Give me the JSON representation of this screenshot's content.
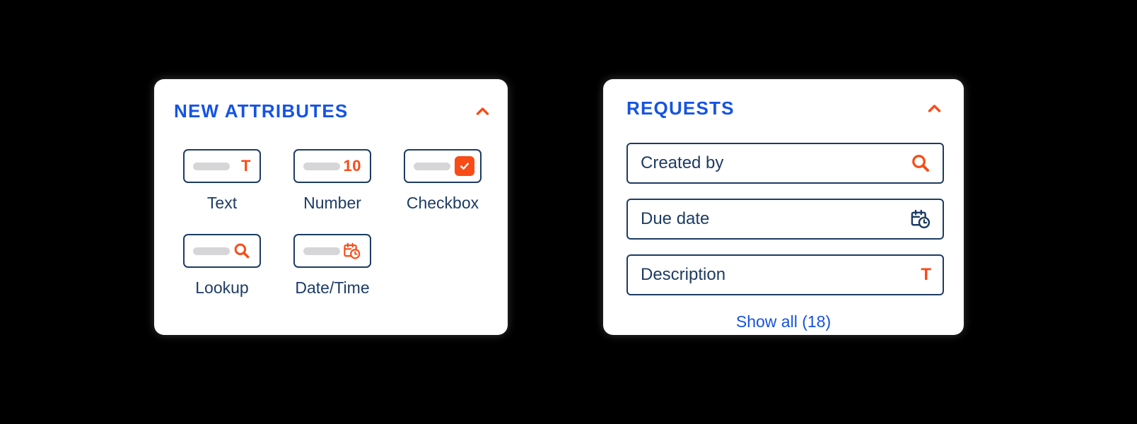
{
  "colors": {
    "background": "#000000",
    "card_background": "#ffffff",
    "title_blue": "#1553e3",
    "accent_orange": "#f94b17",
    "navy": "#1d3c63",
    "pill_gray": "#d6d6d9"
  },
  "attributes_panel": {
    "title": "NEW ATTRIBUTES",
    "collapse_icon": "chevron-up-icon",
    "tiles": [
      {
        "label": "Text",
        "icon": "text-icon",
        "glyph": "T"
      },
      {
        "label": "Number",
        "icon": "number-icon",
        "glyph": "10"
      },
      {
        "label": "Checkbox",
        "icon": "checkbox-icon"
      },
      {
        "label": "Lookup",
        "icon": "search-icon"
      },
      {
        "label": "Date/Time",
        "icon": "calendar-clock-icon"
      }
    ]
  },
  "requests_panel": {
    "title": "REQUESTS",
    "collapse_icon": "chevron-up-icon",
    "fields": [
      {
        "label": "Created by",
        "icon": "search-icon",
        "icon_color": "#f94b17"
      },
      {
        "label": "Due date",
        "icon": "calendar-clock-icon",
        "icon_color": "#1d3c63"
      },
      {
        "label": "Description",
        "icon": "text-icon",
        "glyph": "T",
        "icon_color": "#f94b17"
      }
    ],
    "show_all_label": "Show all (18)"
  }
}
